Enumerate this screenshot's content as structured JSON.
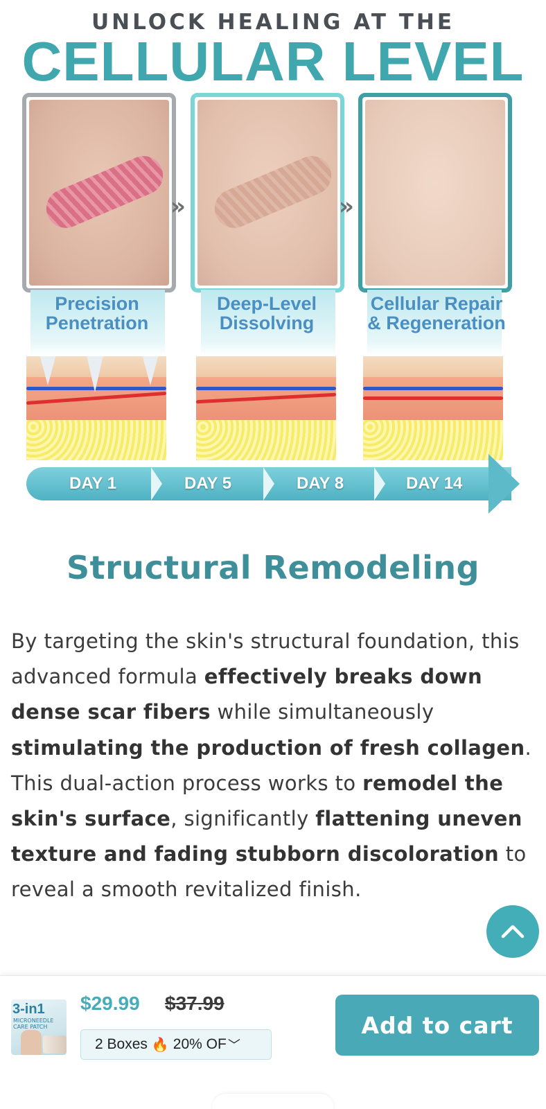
{
  "hero": {
    "kicker": "UNLOCK HEALING AT THE",
    "title": "CELLULAR LEVEL",
    "stages": [
      {
        "label_line1": "Precision",
        "label_line2": "Penetration"
      },
      {
        "label_line1": "Deep-Level",
        "label_line2": "Dissolving"
      },
      {
        "label_line1": "Cellular Repair",
        "label_line2": "& Regeneration"
      }
    ],
    "days": [
      "DAY 1",
      "DAY 5",
      "DAY 8",
      "DAY 14"
    ],
    "chevron_glyph": "»"
  },
  "section": {
    "title": "Structural Remodeling"
  },
  "body": {
    "p1": "By targeting the skin's structural foundation, this advanced formula ",
    "b1": "effectively breaks down dense scar fibers",
    "p2": " while simultaneously ",
    "b2": "stimulating the production of fresh collagen",
    "p3": ". This dual-action process works to ",
    "b3": "remodel the skin's surface",
    "p4": ", significantly ",
    "b4": "flattening uneven texture and fading stubborn discoloration",
    "p5": " to reveal a smooth revitalized finish."
  },
  "scroll_top": {
    "icon": "chevron-up-icon"
  },
  "sticky_bar": {
    "thumb_title": "3-in1",
    "thumb_sub": "MICRONEEDLE CARE PATCH",
    "price": "$29.99",
    "price_old": "$37.99",
    "variant_pre": "2 Boxes",
    "variant_icon": "🔥",
    "variant_post": "20% OF",
    "variant_chevron": "﹀",
    "add_to_cart": "Add to cart"
  },
  "colors": {
    "accent": "#46adb8",
    "title_teal": "#3fa7ad",
    "heading_teal": "#3e8f9a"
  }
}
